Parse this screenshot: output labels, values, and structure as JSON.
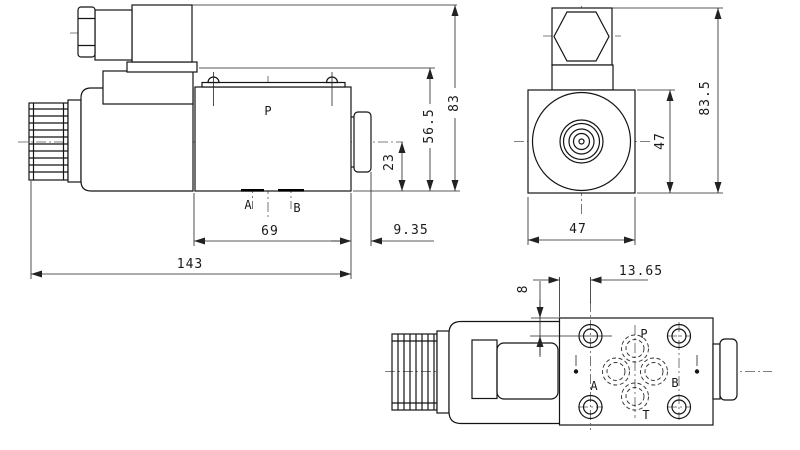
{
  "colors": {
    "background": "#ffffff",
    "line": "#1a1a1a"
  },
  "views": {
    "side": {
      "label_p": "P",
      "label_a": "A",
      "label_b": "B",
      "dim_port_to_bottom": "23",
      "dim_coil_top_to_bottom": "56.5",
      "dim_overall_height": "83",
      "dim_body_length": "69",
      "dim_end_cap": "9.35",
      "dim_overall_length": "143"
    },
    "end": {
      "dim_overall_height": "83.5",
      "dim_body_height": "47",
      "dim_body_width": "47"
    },
    "bottom": {
      "dim_hole_offset_vert": "8",
      "dim_hole_offset_horiz": "13.65",
      "label_p": "P",
      "label_a": "A",
      "label_b": "B",
      "label_t": "T"
    }
  }
}
